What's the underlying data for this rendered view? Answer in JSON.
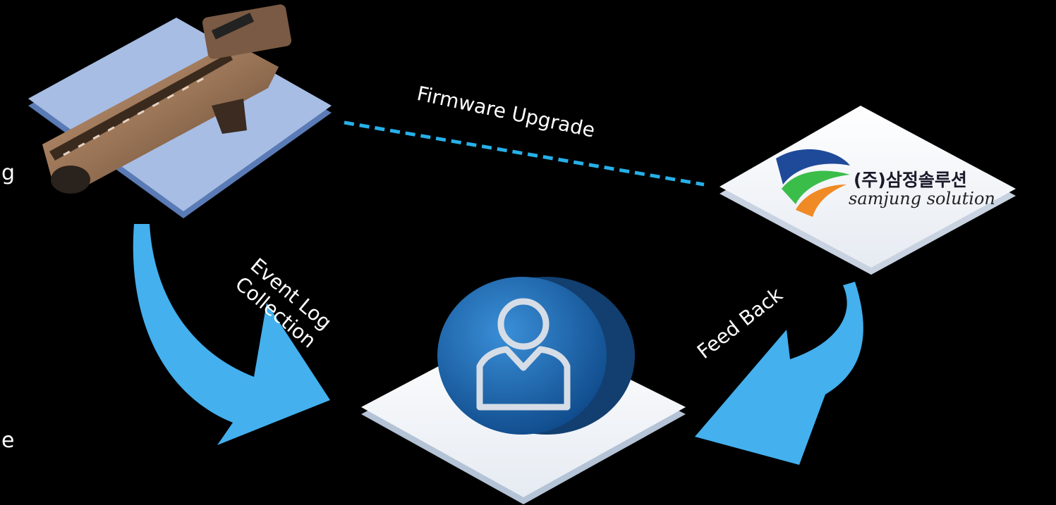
{
  "edges": {
    "firmware_upgrade": "Firmware Upgrade",
    "event_log": "Event Log\nCollection",
    "feed_back": "Feed Back"
  },
  "nodes": {
    "device": {
      "icon": "launcher-device-icon",
      "platform_color": "#a7bde4"
    },
    "company": {
      "icon": "company-logo",
      "name_kr": "(주)삼정솔루션",
      "name_en": "samjung solution",
      "platform_color": "#f4f6f9"
    },
    "user": {
      "icon": "user-icon",
      "platform_color": "#f4f6f9",
      "badge_color": "#1c5fa8"
    }
  },
  "clipped_text": {
    "left_top": "g",
    "left_bottom": "e"
  },
  "colors": {
    "arrow": "#44b0ee",
    "dashed_line": "#26b0e8",
    "background": "#000000"
  }
}
